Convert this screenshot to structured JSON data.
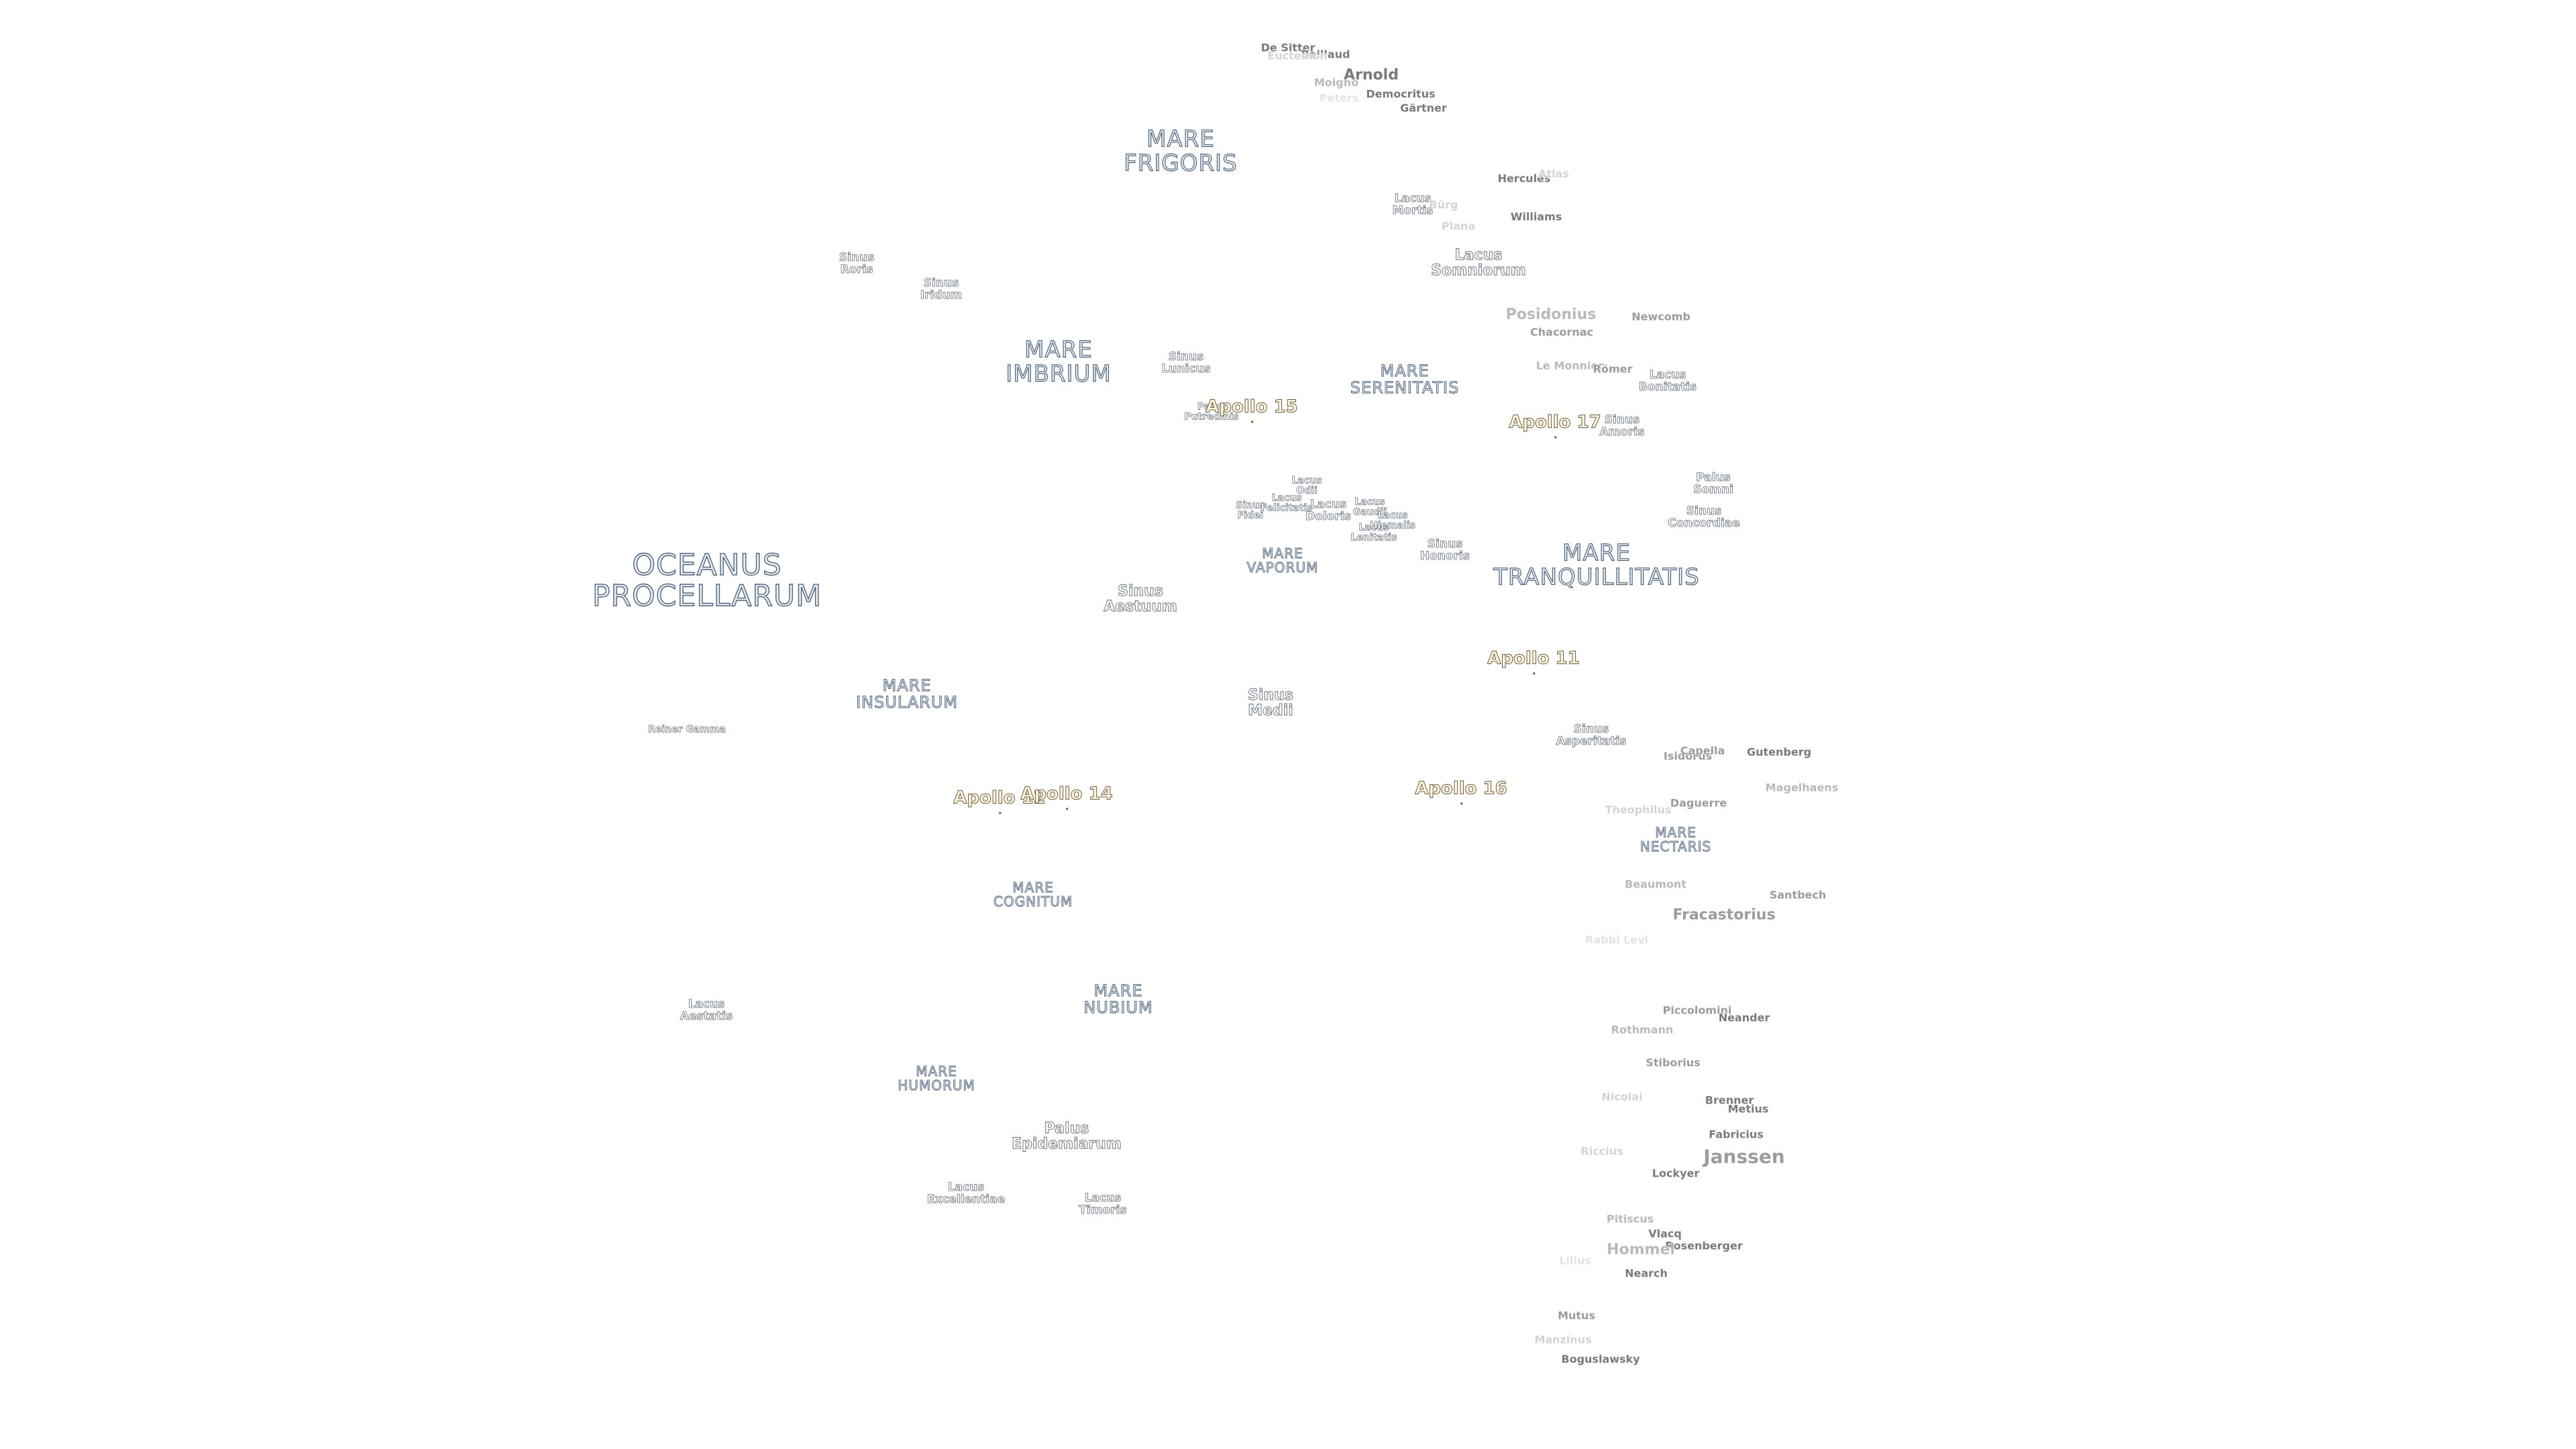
{
  "maria": [
    {
      "name": "OCEANUS\nPROCELLARUM"
    },
    {
      "name": "MARE\nFRIGORIS"
    },
    {
      "name": "MARE\nIMBRIUM"
    },
    {
      "name": "MARE\nSERENITATIS"
    },
    {
      "name": "MARE\nTRANQUILLITATIS"
    },
    {
      "name": "MARE\nVAPORUM"
    },
    {
      "name": "MARE\nINSULARUM"
    },
    {
      "name": "MARE\nNECTARIS"
    },
    {
      "name": "MARE\nCOGNITUM"
    },
    {
      "name": "MARE\nNUBIUM"
    },
    {
      "name": "MARE\nHUMORUM"
    }
  ],
  "features": [
    {
      "name": "Sinus\nRoris"
    },
    {
      "name": "Sinus\nIridum"
    },
    {
      "name": "Lacus\nMortis"
    },
    {
      "name": "Lacus\nSomniorum"
    },
    {
      "name": "Sinus\nLunicus"
    },
    {
      "name": "Palus\nPutredinis"
    },
    {
      "name": "Lacus\nBonitatis"
    },
    {
      "name": "Sinus\nAmoris"
    },
    {
      "name": "Palus\nSomni"
    },
    {
      "name": "Sinus\nConcordiae"
    },
    {
      "name": "Lacus\nOdii"
    },
    {
      "name": "Sinus\nFidei"
    },
    {
      "name": "Lacus\nFelicitatis"
    },
    {
      "name": "Lacus\nDoloris"
    },
    {
      "name": "Lacus\nGaudii"
    },
    {
      "name": "Lacus\nLenitatis"
    },
    {
      "name": "Lacus\nHiemalis"
    },
    {
      "name": "Sinus\nHonoris"
    },
    {
      "name": "Sinus\nAestuum"
    },
    {
      "name": "Sinus\nMedii"
    },
    {
      "name": "Sinus\nAsperitatis"
    },
    {
      "name": "Reiner Gamma"
    },
    {
      "name": "Lacus\nAestatis"
    },
    {
      "name": "Palus\nEpidemiarum"
    },
    {
      "name": "Lacus\nExcellentiae"
    },
    {
      "name": "Lacus\nTimoris"
    }
  ],
  "apollo_sites": [
    {
      "name": "Apollo 15"
    },
    {
      "name": "Apollo 17"
    },
    {
      "name": "Apollo 11"
    },
    {
      "name": "Apollo 12"
    },
    {
      "name": "Apollo 14"
    },
    {
      "name": "Apollo 16"
    }
  ],
  "craters": [
    {
      "name": "De Sitter"
    },
    {
      "name": "Baillaud"
    },
    {
      "name": "Euctemon"
    },
    {
      "name": "Arnold"
    },
    {
      "name": "Moigno"
    },
    {
      "name": "Democritus"
    },
    {
      "name": "Peters"
    },
    {
      "name": "Gärtner"
    },
    {
      "name": "Hercules"
    },
    {
      "name": "Atlas"
    },
    {
      "name": "Bürg"
    },
    {
      "name": "Williams"
    },
    {
      "name": "Plana"
    },
    {
      "name": "Posidonius"
    },
    {
      "name": "Newcomb"
    },
    {
      "name": "Chacornac"
    },
    {
      "name": "Le Monnier"
    },
    {
      "name": "Römer"
    },
    {
      "name": "Isidorus"
    },
    {
      "name": "Capella"
    },
    {
      "name": "Gutenberg"
    },
    {
      "name": "Magelhaens"
    },
    {
      "name": "Daguerre"
    },
    {
      "name": "Theophilus"
    },
    {
      "name": "Beaumont"
    },
    {
      "name": "Santbech"
    },
    {
      "name": "Fracastorius"
    },
    {
      "name": "Rabbi Levi"
    },
    {
      "name": "Piccolomini"
    },
    {
      "name": "Neander"
    },
    {
      "name": "Rothmann"
    },
    {
      "name": "Stiborius"
    },
    {
      "name": "Brenner"
    },
    {
      "name": "Nicolai"
    },
    {
      "name": "Metius"
    },
    {
      "name": "Fabricius"
    },
    {
      "name": "Janssen"
    },
    {
      "name": "Riccius"
    },
    {
      "name": "Lockyer"
    },
    {
      "name": "Pitiscus"
    },
    {
      "name": "Vlacq"
    },
    {
      "name": "Rosenberger"
    },
    {
      "name": "Hommel"
    },
    {
      "name": "Nearch"
    },
    {
      "name": "Lilius"
    },
    {
      "name": "Mutus"
    },
    {
      "name": "Manzinus"
    },
    {
      "name": "Boguslawsky"
    }
  ]
}
